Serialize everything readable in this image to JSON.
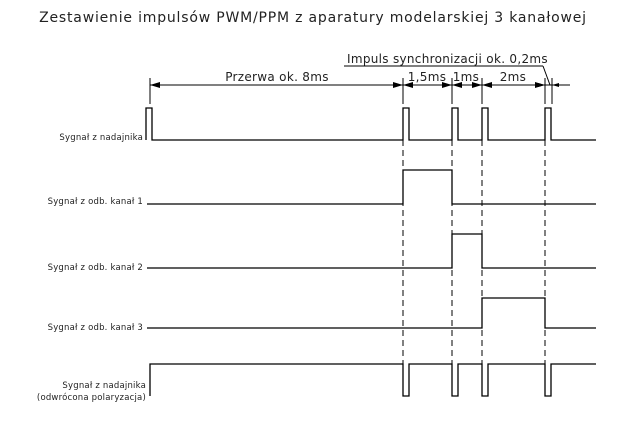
{
  "title": "Zestawienie impulsów PWM/PPM z aparatury modelarskiej 3 kanałowej",
  "segments": {
    "gap": "Przerwa ok. 8ms",
    "ch1": "1,5ms",
    "ch2": "1ms",
    "ch3": "2ms"
  },
  "sync_pulse_label": "Impuls synchronizacji ok. 0,2ms",
  "signals": {
    "tx": "Sygnał z nadajnika",
    "rx1": "Sygnał z odb. kanał 1",
    "rx2": "Sygnał z odb. kanał 2",
    "rx3": "Sygnał z odb. kanał 3",
    "tx_inverted_line1": "Sygnał z nadajnika",
    "tx_inverted_line2": "(odwrócona polaryzacja)"
  }
}
